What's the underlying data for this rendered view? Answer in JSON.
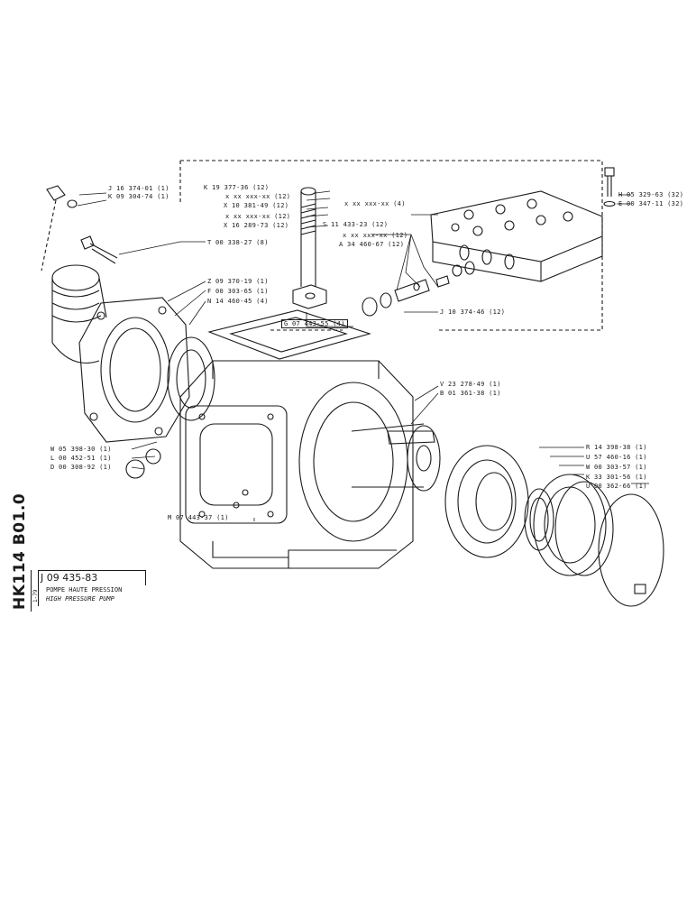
{
  "drawing": {
    "side_code": "HK114 B01.0",
    "sheet_number": "1-79",
    "reference": "J 09 435-83",
    "title_fr": "POMPE HAUTE PRESSION",
    "title_en": "HIGH PRESSURE PUMP"
  },
  "callouts": {
    "j16374": "J  16 374-01 (1)",
    "k09304": "K  09 304-74 (1)",
    "k19377": "K 19 377-36 (12)",
    "xx12a": "x  xx xxx-xx (12)",
    "x10381": "X  10 381-49 (12)",
    "xx12b": "x  xx xxx-xx (12)",
    "x16289": "X  16 289-73 (12)",
    "xx4": "x  xx xxx-xx (4)",
    "s11433": "S  11 433-23 (12)",
    "xx12c": "x  xx xxx-xx (12)",
    "a34460": "A  34 460-67 (12)",
    "h05329": "H 05 329-63 (32)",
    "e00347": "E 00 347-11 (32)",
    "t00338": "T  00 338-27 (8)",
    "z09370": "Z  09 370-19 (1)",
    "f00303": "F  00 303-65 (1)",
    "n14460": "N  14 460-45 (4)",
    "g07443": "G 07 443-55 (4)",
    "j10374": "J  10 374-46 (12)",
    "v23278": "V  23 278-49 (1)",
    "b01361": "B  01 361-38 (1)",
    "w05398": "W 05 398-30 (1)",
    "l00452": "L  00 452-51 (1)",
    "d00308": "D  00 308-92 (1)",
    "m07443": "M 07 443-37 (1)",
    "r14398": "R 14 398-38 (1)",
    "u57460": "U  57 460-16 (1)",
    "w00303": "W 00 303-57 (1)",
    "k33301": "K  33 301-56 (1)",
    "u00362": "U  00 362-66 (1)"
  }
}
